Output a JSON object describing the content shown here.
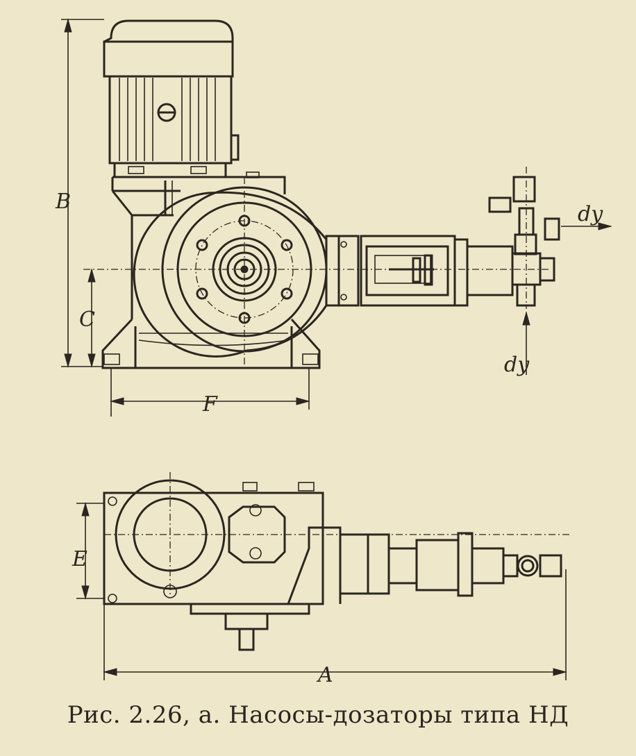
{
  "figure": {
    "caption": "Рис. 2.26, а. Насосы-дозаторы типа НД"
  },
  "dimensions": {
    "B": "B",
    "C": "C",
    "F": "F",
    "E": "E",
    "A": "A",
    "dy_out": "dy",
    "dy_in": "dy"
  }
}
